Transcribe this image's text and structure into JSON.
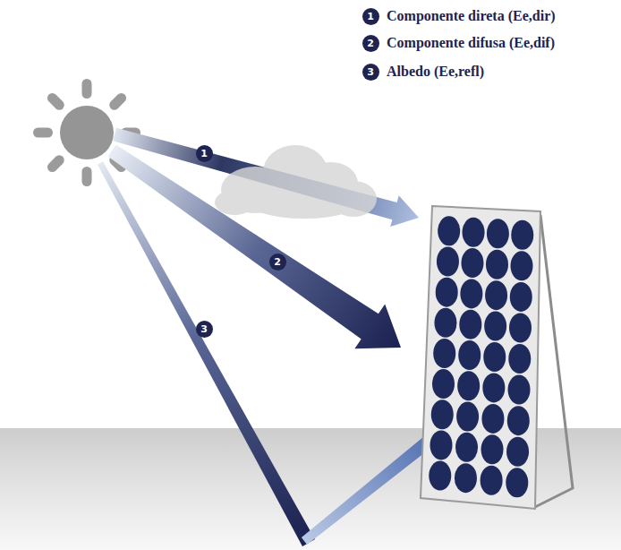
{
  "diagram": {
    "labels": [
      "1",
      "2",
      "3",
      "1",
      "2",
      "3"
    ],
    "legend": [
      {
        "text": "Componente direta (Ee,dir)"
      },
      {
        "text": "Componente difusa (Ee,dif)"
      },
      {
        "text": "Albedo (Ee,refl)"
      }
    ]
  }
}
